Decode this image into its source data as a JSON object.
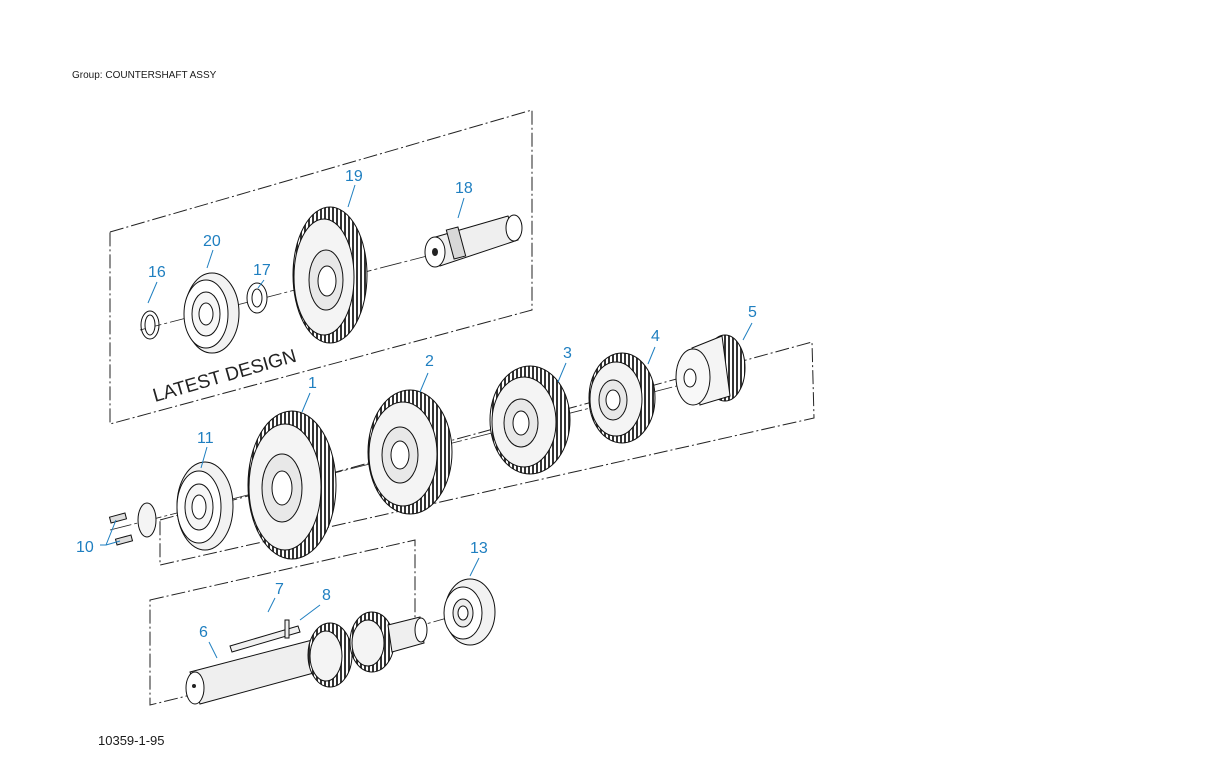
{
  "header": {
    "group_title": "Group: COUNTERSHAFT ASSY"
  },
  "figure": {
    "id": "10359-1-95",
    "note": "LATEST DESIGN"
  },
  "callouts": {
    "c1": "1",
    "c2": "2",
    "c3": "3",
    "c4": "4",
    "c5": "5",
    "c6": "6",
    "c7": "7",
    "c8": "8",
    "c10": "10",
    "c11": "11",
    "c13": "13",
    "c16": "16",
    "c17": "17",
    "c18": "18",
    "c19": "19",
    "c20": "20"
  },
  "colors": {
    "callout": "#1f7fc0",
    "line": "#222222",
    "gear_shade": "#e6e6e6"
  }
}
